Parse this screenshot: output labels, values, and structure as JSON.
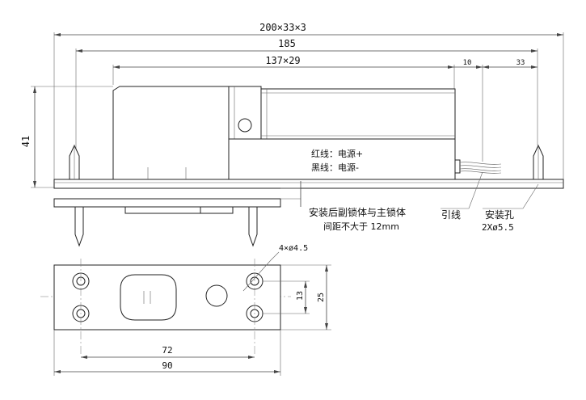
{
  "dimensions": {
    "overall": "200×33×3",
    "length_185": "185",
    "body": "137×29",
    "gap_10": "10",
    "gap_33": "33",
    "height_41": "41",
    "holes": "4×ø4.5",
    "pitch_13": "13",
    "width_25": "25",
    "pitch_72": "72",
    "length_90": "90"
  },
  "labels": {
    "red_wire": "红线：电源+",
    "black_wire": "黑线：电源-",
    "note_line1": "安装后副锁体与主锁体",
    "note_line2": "间距不大于 12mm",
    "lead_wire": "引线",
    "mount_hole": "安装孔",
    "mount_hole_spec": "2Xø5.5"
  }
}
